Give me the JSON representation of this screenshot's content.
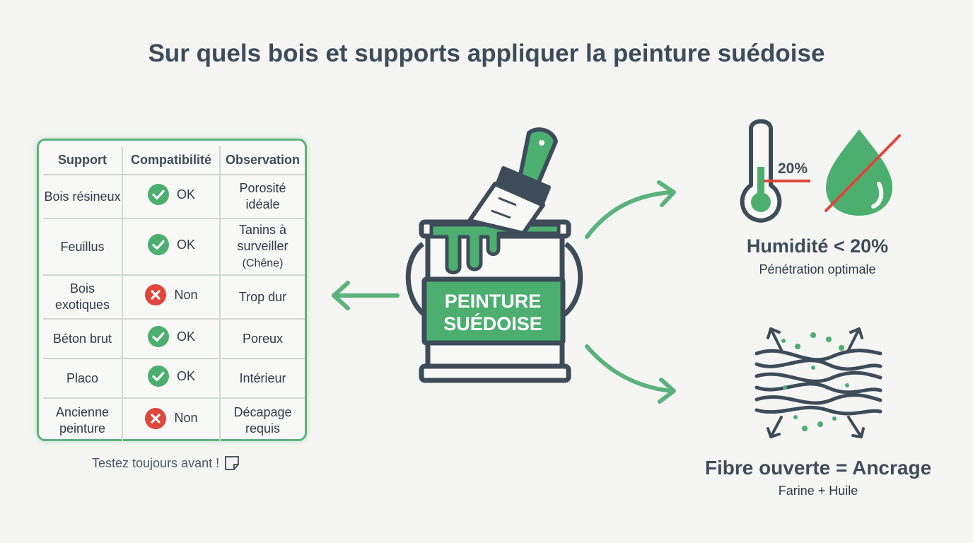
{
  "title": "Sur quels bois et supports appliquer la peinture suédoise",
  "table": {
    "headers": [
      "Support",
      "Compatibilité",
      "Observation"
    ],
    "rows": [
      {
        "support": "Bois résineux",
        "status": "ok",
        "compat": "OK",
        "obs": "Porosité idéale"
      },
      {
        "support": "Feuillus",
        "status": "ok",
        "compat": "OK",
        "obs": "Tanins à surveiller",
        "obs_note": "(Chêne)"
      },
      {
        "support": "Bois exotiques",
        "status": "no",
        "compat": "Non",
        "obs": "Trop dur"
      },
      {
        "support": "Béton brut",
        "status": "ok",
        "compat": "OK",
        "obs": "Poreux"
      },
      {
        "support": "Placo",
        "status": "ok",
        "compat": "OK",
        "obs": "Intérieur"
      },
      {
        "support": "Ancienne peinture",
        "status": "no",
        "compat": "Non",
        "obs": "Décapage requis"
      }
    ]
  },
  "note": "Testez toujours avant !",
  "can": {
    "line1": "PEINTURE",
    "line2": "SUÉDOISE"
  },
  "humidity": {
    "percent_label": "20%",
    "title": "Humidité < 20%",
    "subtitle": "Pénétration optimale"
  },
  "fibre": {
    "title": "Fibre ouverte = Ancrage",
    "subtitle": "Farine + Huile"
  },
  "colors": {
    "green": "#4caf70",
    "dark": "#3e4c5a",
    "red": "#e0463c",
    "background": "#f5f5f3"
  },
  "icons": [
    "check-icon",
    "cross-icon",
    "note-icon",
    "paint-can-icon",
    "paintbrush-icon",
    "thermometer-icon",
    "water-drop-crossed-icon",
    "wood-fibre-icon",
    "arrow-icon"
  ]
}
